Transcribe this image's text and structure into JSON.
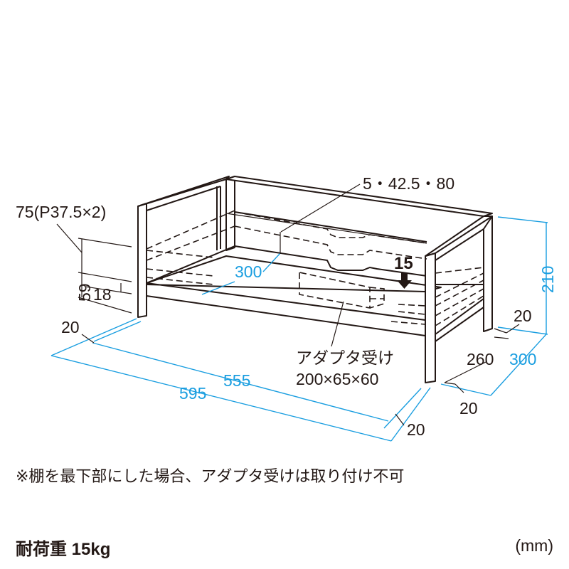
{
  "diagram": {
    "subject": "monitor stand with shelf and adapter holder",
    "accent_color": "#1a9ee0",
    "line_color": "#231815",
    "labels": {
      "shelf_pitch": "75(P37.5×2)",
      "shelf_height_low": "59",
      "shelf_thickness": "18",
      "leg_width_left": "20",
      "shelf_positions": "5・42.5・80",
      "inner_depth": "300",
      "drop_height": "15",
      "height_total": "210",
      "leg_depth_right": "20",
      "inner_leg_depth": "260",
      "depth_total": "300",
      "leg_width_front": "20",
      "leg_width_bottom": "20",
      "inner_width": "555",
      "total_width": "595",
      "adapter_holder_name": "アダプタ受け",
      "adapter_holder_size": "200×65×60"
    }
  },
  "footer": {
    "note": "※棚を最下部にした場合、アダプタ受けは取り付け不可",
    "load_capacity": "耐荷重 15kg",
    "unit": "(mm)"
  }
}
